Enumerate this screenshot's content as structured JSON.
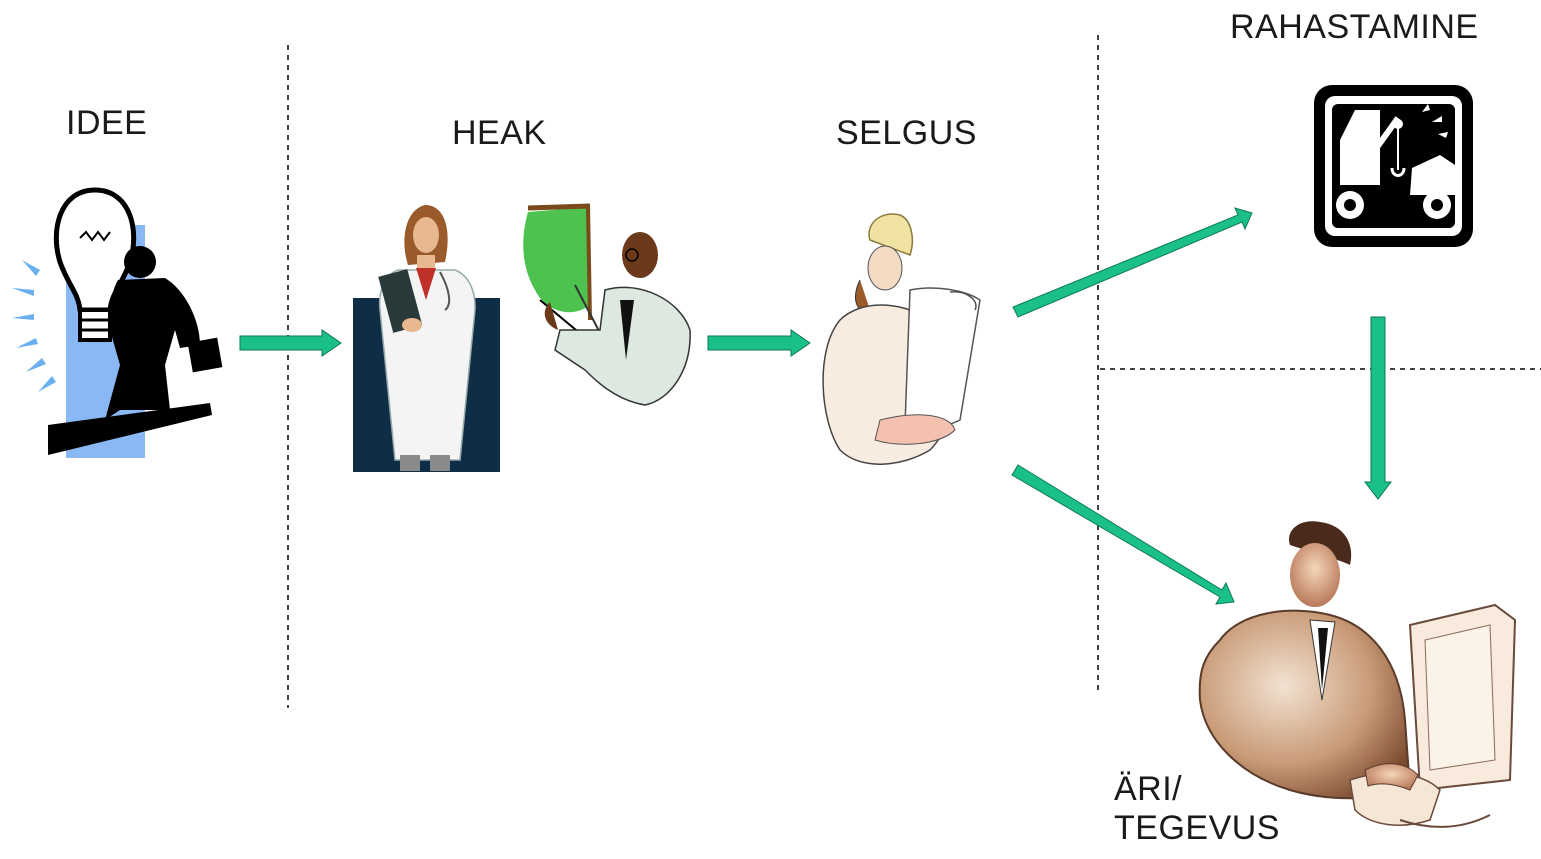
{
  "stages": {
    "idee": "IDEE",
    "heak": "HEAK",
    "selgus": "SELGUS",
    "rahastamine": "RAHASTAMINE",
    "ari_line1": "ÄRI/",
    "ari_line2": "TEGEVUS"
  },
  "icons": {
    "idee": "lightbulb-businessman-icon",
    "heak_1": "doctor-with-clipboard-icon",
    "heak_2": "presenter-with-pointer-icon",
    "selgus": "engineer-with-blueprints-icon",
    "rahastamine": "tow-truck-icon",
    "ari": "businessman-at-computer-icon"
  },
  "colors": {
    "arrow": "#1abf8a",
    "arrow_stroke": "#0e7a55",
    "divider": "#000000",
    "bulb_backdrop": "#8ab8f5",
    "doctor_backdrop": "#0e2d47"
  }
}
